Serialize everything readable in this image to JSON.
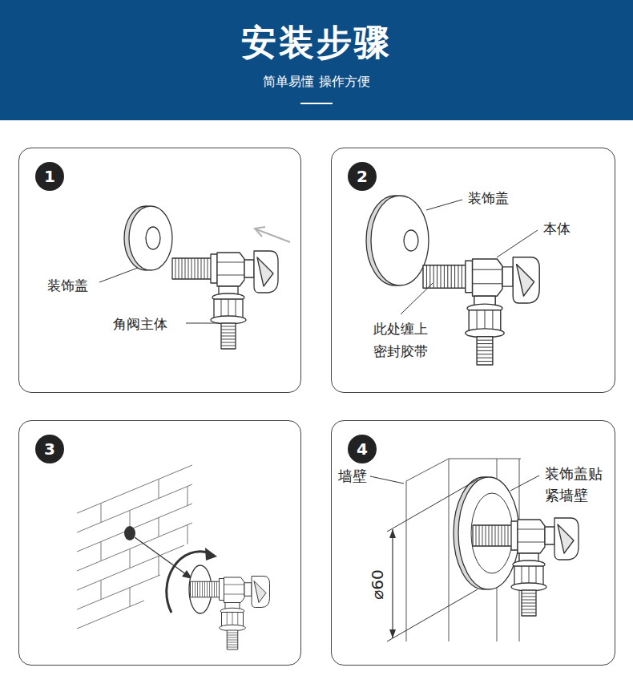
{
  "diagram": {
    "title": "安装步骤",
    "nodes": [
      {
        "text": [
          "简单易懂 操作方便"
        ]
      },
      {
        "text": [
          "装饰盖",
          "角阀主体"
        ]
      },
      {
        "text": [
          "1"
        ],
        "in": 1
      },
      {
        "text": [
          "装饰盖",
          "本体",
          "此处缠上 密封胶带"
        ]
      },
      {
        "text": [
          "2"
        ],
        "in": 3
      },
      {
        "text": []
      },
      {
        "text": [
          "3"
        ],
        "in": 5
      },
      {
        "text": [
          "墙壁",
          "装饰盖贴 紧墙壁",
          "⌀60"
        ]
      },
      {
        "text": [
          "4"
        ],
        "in": 7
      }
    ]
  }
}
